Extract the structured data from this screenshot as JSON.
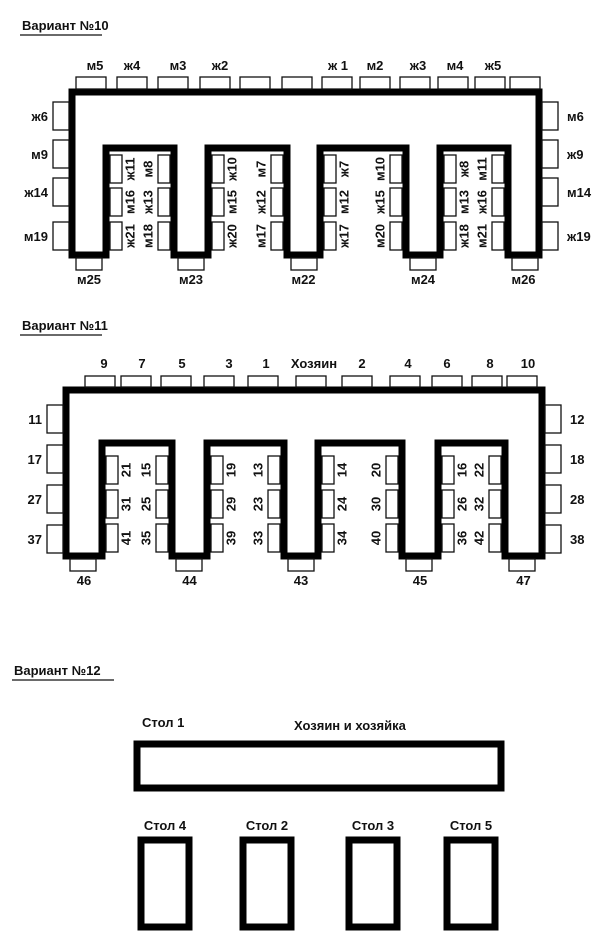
{
  "variant10": {
    "title": "Вариант №10",
    "top": [
      "м5",
      "ж4",
      "м3",
      "ж2",
      "ж 1",
      "м2",
      "ж3",
      "м4",
      "ж5"
    ],
    "left": [
      "ж6",
      "м9",
      "ж14",
      "м19"
    ],
    "right": [
      "м6",
      "ж9",
      "м14",
      "ж19"
    ],
    "gaps": [
      {
        "left": [
          "ж11",
          "м16",
          "ж21"
        ],
        "right": [
          "м8",
          "ж13",
          "м18"
        ]
      },
      {
        "left": [
          "ж10",
          "м15",
          "ж20"
        ],
        "right": [
          "м7",
          "ж12",
          "м17"
        ]
      },
      {
        "left": [
          "ж7",
          "м12",
          "ж17"
        ],
        "right": [
          "м10",
          "ж15",
          "м20"
        ]
      },
      {
        "left": [
          "ж8",
          "м13",
          "ж18"
        ],
        "right": [
          "м11",
          "ж16",
          "м21"
        ]
      }
    ],
    "bottom": [
      "м25",
      "м23",
      "м22",
      "м24",
      "м26"
    ]
  },
  "variant11": {
    "title": "Вариант №11",
    "top": [
      "9",
      "7",
      "5",
      "3",
      "1",
      "Хозяин",
      "2",
      "4",
      "6",
      "8",
      "10"
    ],
    "left": [
      "11",
      "17",
      "27",
      "37"
    ],
    "right": [
      "12",
      "18",
      "28",
      "38"
    ],
    "gaps": [
      {
        "left": [
          "21",
          "31",
          "41"
        ],
        "right": [
          "15",
          "25",
          "35"
        ]
      },
      {
        "left": [
          "19",
          "29",
          "39"
        ],
        "right": [
          "13",
          "23",
          "33"
        ]
      },
      {
        "left": [
          "14",
          "24",
          "34"
        ],
        "right": [
          "20",
          "30",
          "40"
        ]
      },
      {
        "left": [
          "16",
          "26",
          "36"
        ],
        "right": [
          "22",
          "32",
          "42"
        ]
      }
    ],
    "bottom": [
      "46",
      "44",
      "43",
      "45",
      "47"
    ]
  },
  "variant12": {
    "title": "Вариант №12",
    "table1_label": "Стол 1",
    "table1_note": "Хозяин и хозяйка",
    "small_tables": [
      "Стол 4",
      "Стол 2",
      "Стол 3",
      "Стол 5"
    ]
  }
}
